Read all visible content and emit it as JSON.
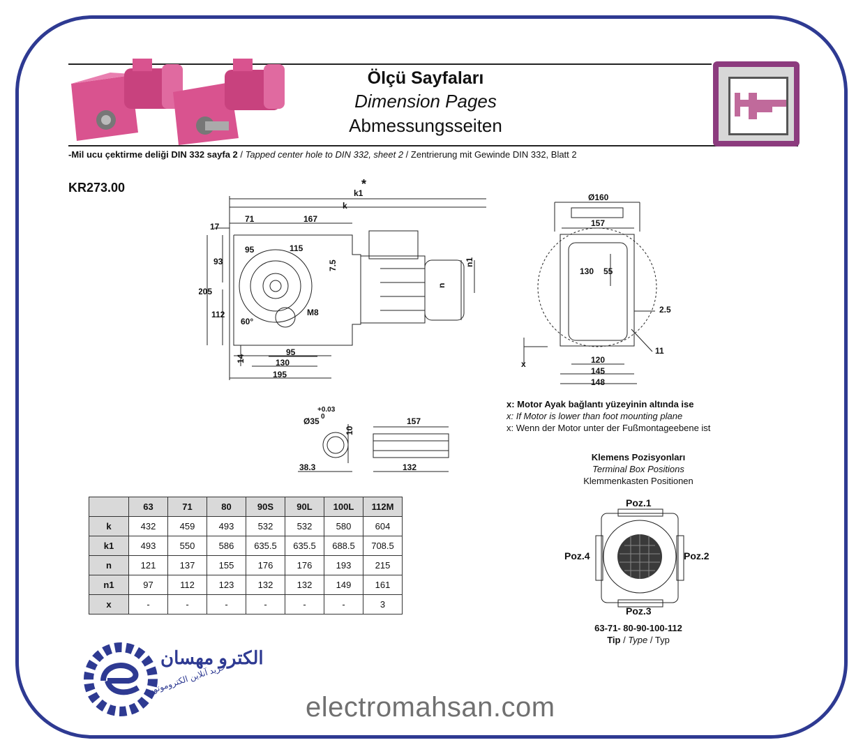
{
  "header": {
    "title_tr": "Ölçü Sayfaları",
    "title_en": "Dimension Pages",
    "title_de": "Abmessungsseiten"
  },
  "subline": {
    "tr": "-Mil ucu çektirme deliği DIN 332 sayfa 2",
    "sep1": " / ",
    "en": "Tapped center hole to DIN 332, sheet 2",
    "sep2": " / ",
    "de": "Zentrierung mit Gewinde DIN 332, Blatt 2"
  },
  "model": "KR273.00",
  "side_view_labels": {
    "k1": "k1",
    "star": "*",
    "k": "k",
    "d17": "17",
    "d71": "71",
    "d167": "167",
    "d93": "93",
    "d205": "205",
    "d112": "112",
    "d95a": "95",
    "d115": "115",
    "d7_5": "7.5",
    "n1": "n1",
    "n": "n",
    "d60": "60°",
    "m8": "M8",
    "d14": "14",
    "d95b": "95",
    "d130": "130",
    "d195": "195"
  },
  "front_view_labels": {
    "o160": "Ø160",
    "d157": "157",
    "d130": "130",
    "d55": "55",
    "d2_5": "2.5",
    "d11": "11",
    "x": "x",
    "d120": "120",
    "d145": "145",
    "d148": "148"
  },
  "shaft_labels": {
    "tol": "+0.03",
    "tol0": "0",
    "o35": "Ø35",
    "d10": "10",
    "d38_3": "38.3",
    "d157": "157",
    "d132": "132"
  },
  "notes": {
    "tr": "x: Motor Ayak bağlantı yüzeyinin altında ise",
    "en": "x: If Motor is lower than foot mounting plane",
    "de": "x: Wenn der Motor unter der Fußmontageebene ist"
  },
  "terminal_box": {
    "title_tr": "Klemens Pozisyonları",
    "title_en": "Terminal Box Positions",
    "title_de": "Klemmenkasten Positionen",
    "poz1": "Poz.1",
    "poz2": "Poz.2",
    "poz3": "Poz.3",
    "poz4": "Poz.4",
    "types": "63-71- 80-90-100-112",
    "type_tr": "Tip",
    "type_sep1": " / ",
    "type_en": "Type",
    "type_sep2": " / ",
    "type_de": "Typ"
  },
  "table": {
    "header": [
      "",
      "63",
      "71",
      "80",
      "90S",
      "90L",
      "100L",
      "112M"
    ],
    "rows": [
      [
        "k",
        "432",
        "459",
        "493",
        "532",
        "532",
        "580",
        "604"
      ],
      [
        "k1",
        "493",
        "550",
        "586",
        "635.5",
        "635.5",
        "688.5",
        "708.5"
      ],
      [
        "n",
        "121",
        "137",
        "155",
        "176",
        "176",
        "193",
        "215"
      ],
      [
        "n1",
        "97",
        "112",
        "123",
        "132",
        "132",
        "149",
        "161"
      ],
      [
        "x",
        "-",
        "-",
        "-",
        "-",
        "-",
        "-",
        "3"
      ]
    ]
  },
  "footer": {
    "logo_ar": "الکترو مهسان",
    "logo_sub": "خرید آنلاین الکتروموتور",
    "website": "electromahsan.com"
  },
  "colors": {
    "frame": "#2e3a92",
    "motor": "#d9538f",
    "caliper_border": "#8c3b7e"
  }
}
